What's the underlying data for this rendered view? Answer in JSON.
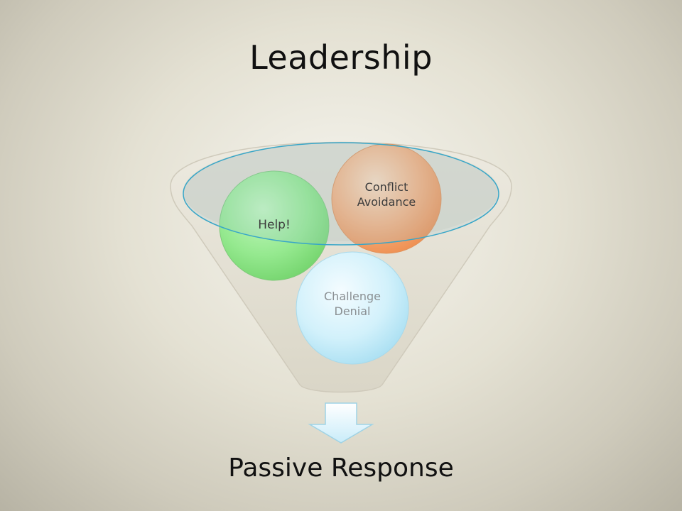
{
  "title": "Leadership",
  "funnel": {
    "items": [
      {
        "label": "Help!",
        "color": "#8ee68a"
      },
      {
        "label": "Conflict\nAvoidance",
        "color": "#f6a36a"
      },
      {
        "label": "Challenge\nDenial",
        "color": "#bfeaf8"
      }
    ],
    "result": "Passive Response"
  },
  "colors": {
    "funnel_fill": "#e6e3d6",
    "funnel_outline": "#38a6c8",
    "arrow_fill": "#e2f4fb"
  }
}
